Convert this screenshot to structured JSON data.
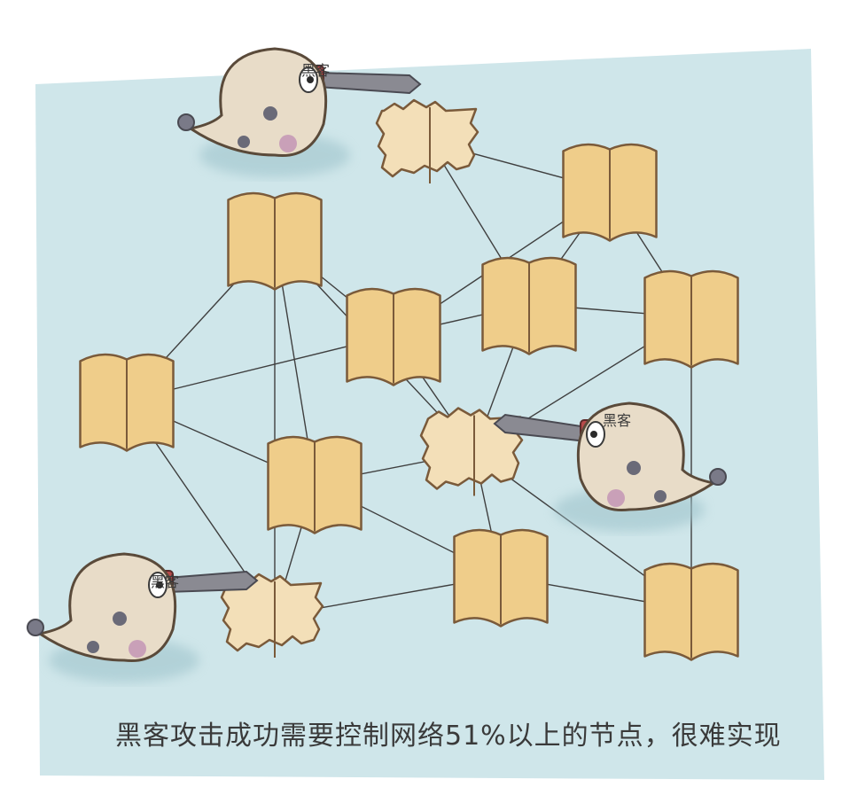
{
  "caption": "黑客攻击成功需要控制网络51%以上的节点，很难实现",
  "hacker_label": "黑客",
  "colors": {
    "background_wash": "#cfe6ea",
    "book_fill": "#efcd8a",
    "book_torn_fill": "#f3dfb8",
    "book_outline": "#7a5a3a",
    "hacker_body": "#e8dcc8",
    "hacker_cheek": "#c9a0b8",
    "dagger_blade": "#8a8a92",
    "dagger_hilt": "#b84a4a",
    "link_line": "#3f3f3f"
  },
  "diagram": {
    "nodes": [
      {
        "id": "n1",
        "state": "torn"
      },
      {
        "id": "n2",
        "state": "intact"
      },
      {
        "id": "n3",
        "state": "intact"
      },
      {
        "id": "n4",
        "state": "intact"
      },
      {
        "id": "n5",
        "state": "intact"
      },
      {
        "id": "n6",
        "state": "intact"
      },
      {
        "id": "n7",
        "state": "intact"
      },
      {
        "id": "n8",
        "state": "intact"
      },
      {
        "id": "n9",
        "state": "torn"
      },
      {
        "id": "n10",
        "state": "torn"
      },
      {
        "id": "n11",
        "state": "intact"
      },
      {
        "id": "n12",
        "state": "intact"
      }
    ],
    "edges": [
      [
        "n1",
        "n2"
      ],
      [
        "n1",
        "n5"
      ],
      [
        "n2",
        "n4"
      ],
      [
        "n2",
        "n5"
      ],
      [
        "n2",
        "n6"
      ],
      [
        "n3",
        "n4"
      ],
      [
        "n3",
        "n8"
      ],
      [
        "n3",
        "n7"
      ],
      [
        "n3",
        "n9"
      ],
      [
        "n3",
        "n10"
      ],
      [
        "n4",
        "n5"
      ],
      [
        "n4",
        "n7"
      ],
      [
        "n4",
        "n9"
      ],
      [
        "n5",
        "n6"
      ],
      [
        "n5",
        "n9"
      ],
      [
        "n6",
        "n9"
      ],
      [
        "n6",
        "n12"
      ],
      [
        "n7",
        "n8"
      ],
      [
        "n7",
        "n10"
      ],
      [
        "n8",
        "n9"
      ],
      [
        "n8",
        "n10"
      ],
      [
        "n8",
        "n11"
      ],
      [
        "n9",
        "n11"
      ],
      [
        "n9",
        "n12"
      ],
      [
        "n10",
        "n11"
      ],
      [
        "n11",
        "n12"
      ]
    ],
    "hackers": [
      {
        "id": "h1",
        "target": "n1"
      },
      {
        "id": "h2",
        "target": "n9"
      },
      {
        "id": "h3",
        "target": "n10"
      }
    ]
  }
}
